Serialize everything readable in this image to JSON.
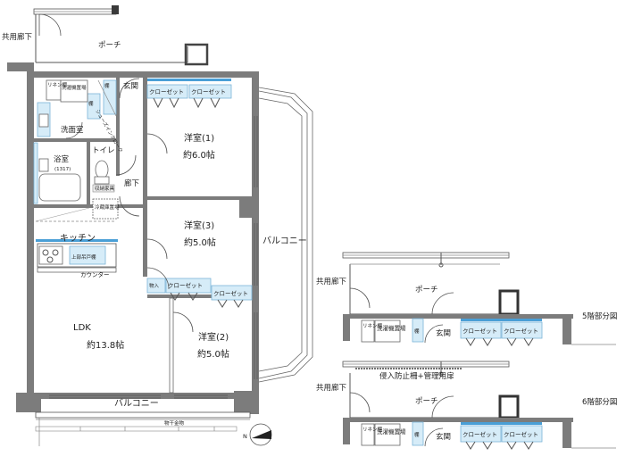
{
  "main_plan": {
    "corridor": "共用廊下",
    "porch": "ポーチ",
    "entrance": "玄関",
    "laundry_pipe": "リネン棚",
    "laundry_stack": "洗濯機置場",
    "shelf": "棚",
    "shoe_closet": "シューズインクローク",
    "closet": "クローゼット",
    "washroom": "洗面室",
    "bath": "浴室",
    "bath_size": "(1317)",
    "toilet": "トイレ",
    "storage": "収納家具",
    "fridge": "冷蔵庫置場",
    "hallway": "廊下",
    "western1": "洋室(1)",
    "western1_size": "約6.0帖",
    "western3": "洋室(3)",
    "western3_size": "約5.0帖",
    "western2": "洋室(2)",
    "western2_size": "約5.0帖",
    "kitchen": "キッチン",
    "upper_cabinet": "上部吊戸棚",
    "counter": "カウンター",
    "storage_small": "物入",
    "ldk": "LDK",
    "ldk_size": "約13.8帖",
    "balcony_side": "バルコニー",
    "balcony_bottom": "バルコニー",
    "drying_rack": "物干金物"
  },
  "partial5": {
    "corridor": "共用廊下",
    "porch": "ポーチ",
    "entrance": "玄関",
    "laundry_pipe": "リネン棚",
    "laundry_stack": "洗濯機置場",
    "shelf": "棚",
    "closet": "クローゼット",
    "caption": "5階部分図"
  },
  "partial6": {
    "corridor": "共用廊下",
    "porch": "ポーチ",
    "entrance": "玄関",
    "gate": "侵入防止柵+管理用扉",
    "laundry_pipe": "リネン棚",
    "laundry_stack": "洗濯機置場",
    "shelf": "棚",
    "closet": "クローゼット",
    "caption": "6階部分図"
  },
  "compass": {
    "label": "N"
  }
}
